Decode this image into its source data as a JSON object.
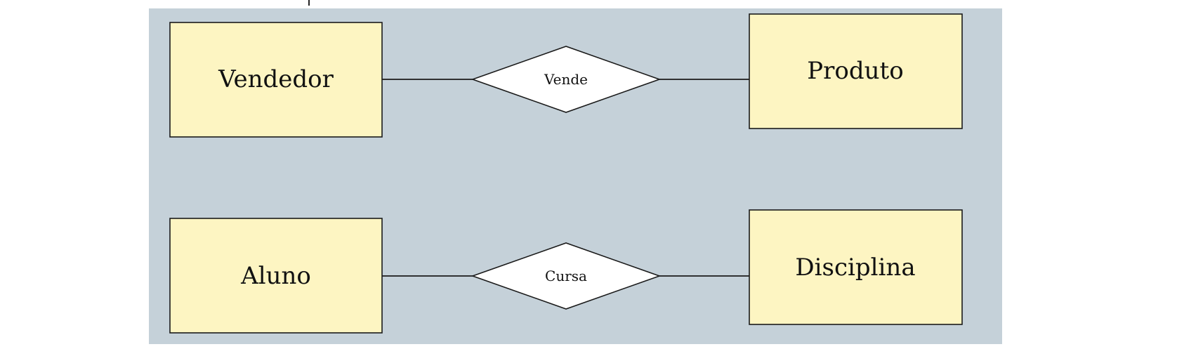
{
  "diagram": {
    "background_color": "#c5d1d9",
    "entity_color": "#fdf5c2",
    "relationship_color": "#ffffff",
    "rows": [
      {
        "left_entity": "Vendedor",
        "relationship": "Vende",
        "right_entity": "Produto"
      },
      {
        "left_entity": "Aluno",
        "relationship": "Cursa",
        "right_entity": "Disciplina"
      }
    ]
  }
}
